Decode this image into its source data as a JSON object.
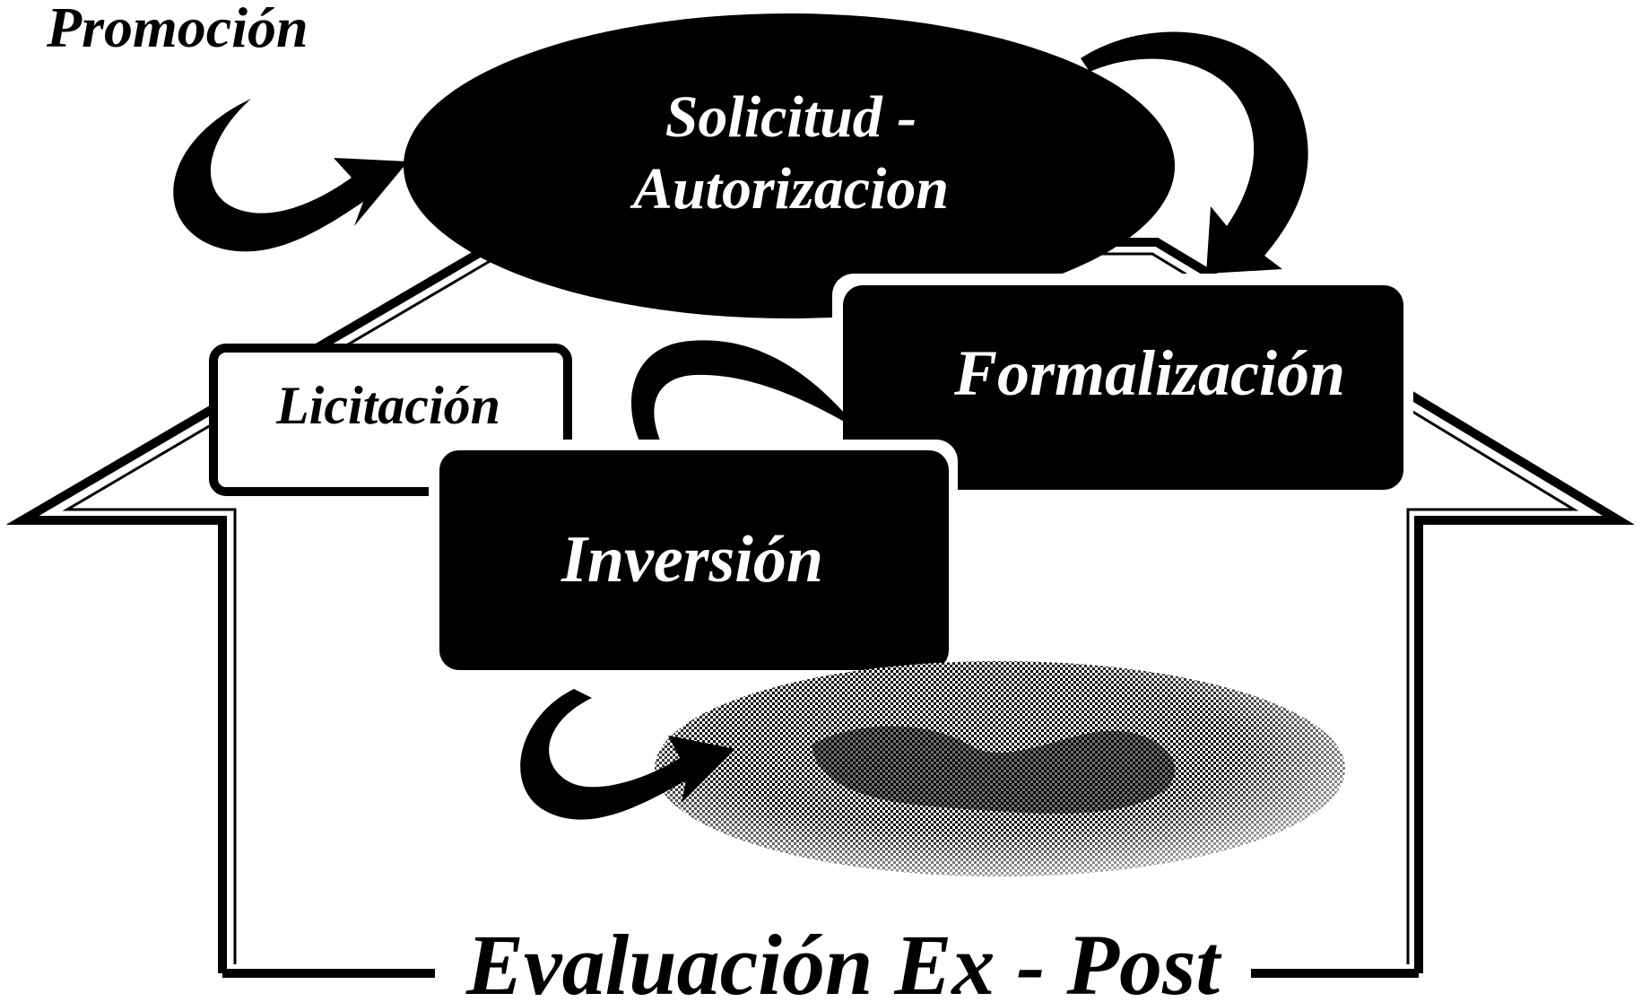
{
  "diagram": {
    "labels": {
      "promotion": "Promoción",
      "request_line1": "Solicitud -",
      "request_line2": "Autorizacion",
      "tender": "Licitación",
      "formalization": "Formalización",
      "investment": "Inversión",
      "evaluation": "Evaluación Ex - Post"
    },
    "colors": {
      "ink": "#000000",
      "paper": "#ffffff",
      "dither_light": "#9a9a9a"
    }
  }
}
